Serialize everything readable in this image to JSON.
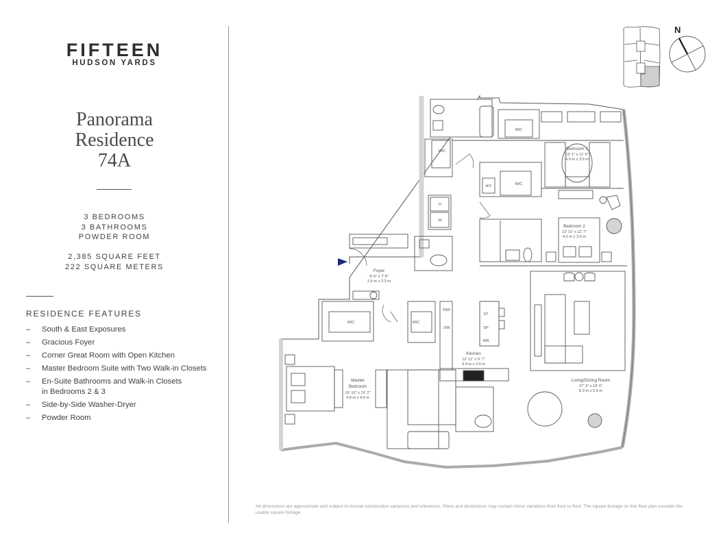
{
  "brand": {
    "name": "FIFTEEN",
    "subname": "HUDSON YARDS"
  },
  "residence": {
    "title_line1": "Panorama",
    "title_line2": "Residence",
    "unit": "74A",
    "bedrooms": "3 BEDROOMS",
    "bathrooms": "3 BATHROOMS",
    "powder_room": "POWDER ROOM",
    "square_feet": "2,385 SQUARE FEET",
    "square_meters": "222 SQUARE METERS"
  },
  "features": {
    "heading": "RESIDENCE FEATURES",
    "bullet": "–",
    "items": [
      {
        "line1": "South & East Exposures",
        "line2": ""
      },
      {
        "line1": "Gracious Foyer",
        "line2": ""
      },
      {
        "line1": "Corner Great Room with Open Kitchen",
        "line2": ""
      },
      {
        "line1": "Master Bedroom Suite with Two Walk-in Closets",
        "line2": ""
      },
      {
        "line1": "En-Suite Bathrooms and Walk-in Closets",
        "line2": "in Bedrooms 2 & 3"
      },
      {
        "line1": "Side-by-Side Washer-Dryer",
        "line2": ""
      },
      {
        "line1": "Powder Room",
        "line2": ""
      }
    ]
  },
  "compass": {
    "north_label": "N"
  },
  "floor_plan": {
    "colors": {
      "wall_fill": "#d4d4d4",
      "line": "#555555",
      "entry_arrow": "#1e2a78",
      "key_plan_highlight": "#cfcfcf"
    },
    "rooms": {
      "bedroom3": {
        "name": "Bedroom 3",
        "dim_imperial": "13' 1\" x 11' 6\"",
        "dim_metric": "4.0 m x 3.5 m"
      },
      "bedroom2": {
        "name": "Bedroom 2",
        "dim_imperial": "13' 11\" x 11' 7\"",
        "dim_metric": "4.2 m x 3.5 m"
      },
      "foyer": {
        "name": "Foyer",
        "dim_imperial": "8' 6\" x 7' 8\"",
        "dim_metric": "2.6 m x 2.3 m"
      },
      "master": {
        "name_line1": "Master",
        "name_line2": "Bedroom",
        "dim_imperial": "15' 10\" x 15' 2\"",
        "dim_metric": "4.8 m x 4.6 m"
      },
      "kitchen": {
        "name": "Kitchen",
        "dim_imperial": "12' 11\" x 9' 7\"",
        "dim_metric": "3.9 m x 2.9 m"
      },
      "living": {
        "name": "Living/Dining Room",
        "dim_imperial": "27' 3\" x 19' 4\"",
        "dim_metric": "8.3 m x 5.9 m"
      }
    },
    "labels": {
      "wic": "WIC",
      "av": "A/V",
      "dryer": "D",
      "washer": "W",
      "ref": "REF",
      "dw": "DW",
      "st": "ST",
      "sp": "SP",
      "wr": "WR"
    }
  },
  "disclaimer": "All dimensions are approximate and subject to normal construction variances and tolerances. Plans and dimensions may contain minor variations from floor to floor. The square footage on this floor plan exceeds the usable square footage."
}
